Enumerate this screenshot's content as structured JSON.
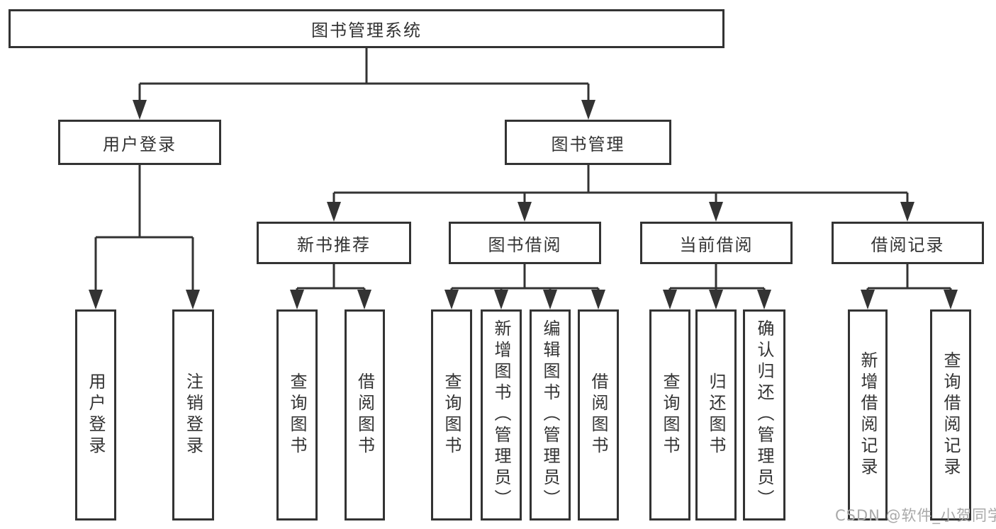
{
  "colors": {
    "line": "#333333",
    "box_border": "#333333",
    "text": "#333333",
    "background": "#ffffff",
    "watermark": "#a9a9a9"
  },
  "tree": {
    "root": {
      "label": "图书管理系统"
    },
    "level2": [
      {
        "label": "用户登录",
        "children": [
          {
            "label": "用户登录"
          },
          {
            "label": "注销登录"
          }
        ]
      },
      {
        "label": "图书管理",
        "children": [
          {
            "label": "新书推荐",
            "children": [
              {
                "label": "查询图书"
              },
              {
                "label": "借阅图书"
              }
            ]
          },
          {
            "label": "图书借阅",
            "children": [
              {
                "label": "查询图书"
              },
              {
                "label": "新增图书（管理员）"
              },
              {
                "label": "编辑图书（管理员）"
              },
              {
                "label": "借阅图书"
              }
            ]
          },
          {
            "label": "当前借阅",
            "children": [
              {
                "label": "查询图书"
              },
              {
                "label": "归还图书"
              },
              {
                "label": "确认归还（管理员）"
              }
            ]
          },
          {
            "label": "借阅记录",
            "children": [
              {
                "label": "新增借阅记录"
              },
              {
                "label": "查询借阅记录"
              }
            ]
          }
        ]
      }
    ]
  },
  "watermark": {
    "text": "CSDN @软件_小贺同学"
  }
}
